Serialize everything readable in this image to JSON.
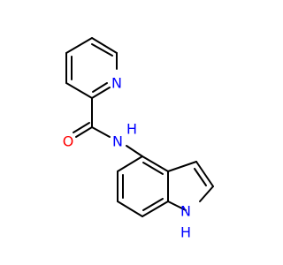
{
  "molecule": {
    "atoms": [
      {
        "symbol": "N",
        "color": "#0000ff"
      },
      {
        "symbol": "O",
        "color": "#ff0000"
      },
      {
        "symbol": "N",
        "hydrogen": "H",
        "color": "#0000ff"
      },
      {
        "symbol": "N",
        "hydrogen": "H",
        "color": "#0000ff"
      }
    ],
    "bond_color": "#000000"
  }
}
